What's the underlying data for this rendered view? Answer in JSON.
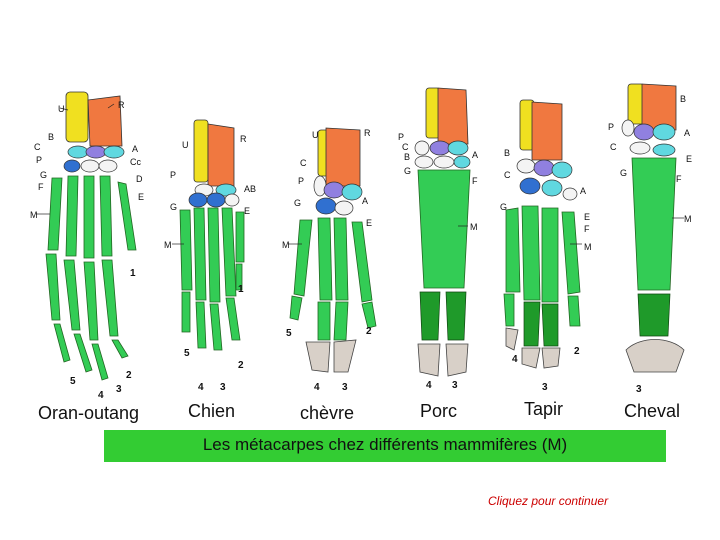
{
  "animals": [
    {
      "name": "Oran-outang",
      "key": "orang"
    },
    {
      "name": "Chien",
      "key": "chien"
    },
    {
      "name": "chèvre",
      "key": "chevre"
    },
    {
      "name": "Porc",
      "key": "porc"
    },
    {
      "name": "Tapir",
      "key": "tapir"
    },
    {
      "name": "Cheval",
      "key": "cheval"
    }
  ],
  "caption": "Les métacarpes chez différents mammifères  (M)",
  "continue_label": "Cliquez pour continuer",
  "bone_letters": {
    "U": "U",
    "R": "R",
    "B": "B",
    "C": "C",
    "P": "P",
    "A": "A",
    "Cc": "Cc",
    "D": "D",
    "E": "E",
    "F": "F",
    "G": "G",
    "M": "M",
    "AB": "AB"
  },
  "digit_numbers": {
    "one": "1",
    "two": "2",
    "three": "3",
    "four": "4",
    "five": "5"
  },
  "colors": {
    "ulna": "#f0e020",
    "radius": "#f07840",
    "carpal_blue": "#3070d0",
    "carpal_cyan": "#60d8e0",
    "carpal_lilac": "#9080e0",
    "metacarpal": "#33cc55",
    "phalanx_dark": "#1f9a2a",
    "hoof": "#d8d0c8",
    "caption_band": "#33cc33",
    "link": "#cc0000"
  }
}
